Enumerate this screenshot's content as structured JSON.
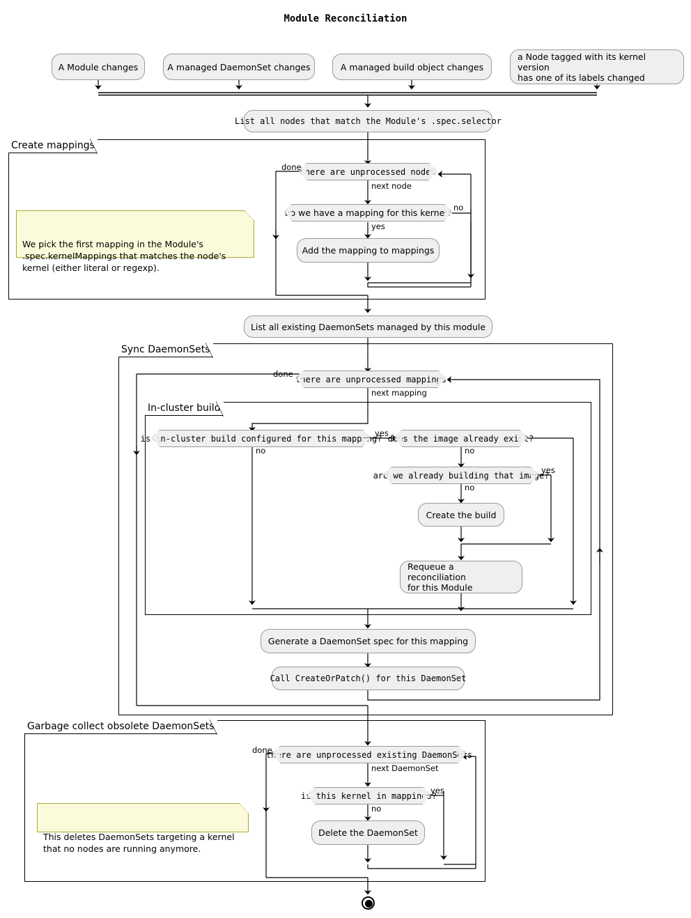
{
  "title": "Module Reconciliation",
  "start_events": [
    {
      "label": "A Module changes"
    },
    {
      "label": "A managed DaemonSet changes"
    },
    {
      "label": "A managed build object changes"
    },
    {
      "label": "a Node tagged with its kernel version\nhas one of its labels changed"
    }
  ],
  "steps": {
    "list_nodes": "List all nodes that match the Module's .spec.selector",
    "list_daemonsets": "List all existing DaemonSets managed by this module",
    "add_mapping": "Add the mapping to mappings",
    "create_build": "Create the build",
    "requeue": "Requeue a reconciliation\nfor this Module",
    "generate_spec": "Generate a DaemonSet spec for this mapping",
    "create_or_patch": "Call CreateOrPatch() for this DaemonSet",
    "delete_daemonset": "Delete the DaemonSet"
  },
  "decisions": {
    "unprocessed_nodes": "there are unprocessed nodes",
    "have_mapping": "do we have a mapping for this kernel?",
    "unprocessed_mappings": "there are unprocessed mappings",
    "in_cluster_build": "is in-cluster build configured for this mapping?",
    "image_exists": "does the image already exist?",
    "already_building": "are we already building that image?",
    "unprocessed_existing": "there are unprocessed existing DaemonSets",
    "kernel_in_mappings": "is this kernel in mappings?"
  },
  "frames": {
    "create_mappings": "Create mappings",
    "sync_daemonsets": "Sync DaemonSets",
    "in_cluster_build": "In-cluster build",
    "garbage_collect": "Garbage collect obsolete DaemonSets"
  },
  "notes": {
    "mapping_note": "We pick the first mapping in the Module's\n.spec.kernelMappings that matches the node's\nkernel (either literal or regexp).",
    "gc_note": "This deletes DaemonSets targeting a kernel\nthat no nodes are running anymore."
  },
  "edge_labels": {
    "done_nodes": "done",
    "next_node": "next node",
    "yes_mapping": "yes",
    "no_mapping": "no",
    "done_mappings": "done",
    "next_mapping": "next mapping",
    "yes_build": "yes",
    "no_build": "no",
    "no_image": "no",
    "yes_building": "yes",
    "no_building": "no",
    "done_existing": "done",
    "next_daemonset": "next DaemonSet",
    "yes_kernel": "yes",
    "no_kernel": "no"
  },
  "colors": {
    "activity_fill": "#EFEFEF",
    "activity_border": "#9A9A9A",
    "note_fill": "#FBFBDB",
    "note_border": "#A8A838",
    "line": "#000000",
    "background": "#FFFFFF"
  }
}
